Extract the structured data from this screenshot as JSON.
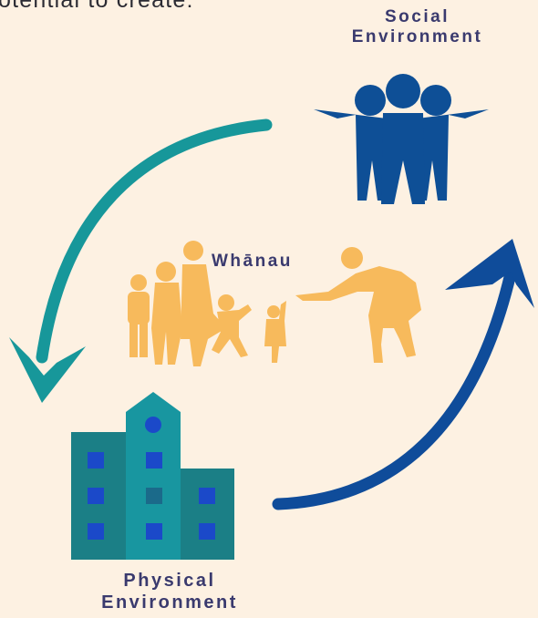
{
  "intro_text": "otential to create:",
  "labels": {
    "social": [
      "Social",
      "Environment"
    ],
    "whanau": "Whānau",
    "physical": [
      "Physical",
      "Environment"
    ]
  },
  "icons": {
    "social": "people-group-icon",
    "family": "family-silhouette-icon",
    "physical": "building-icon"
  },
  "colors": {
    "background": "#fdf1e2",
    "teal_arrow": "#17979a",
    "blue_arrow": "#0f4c9a",
    "people": "#0e4f96",
    "family": "#f7ba5c",
    "building_dark": "#1b7f86",
    "building_mid": "#1896a0",
    "window": "#1b49c9",
    "label_text": "#3a3a6e"
  }
}
